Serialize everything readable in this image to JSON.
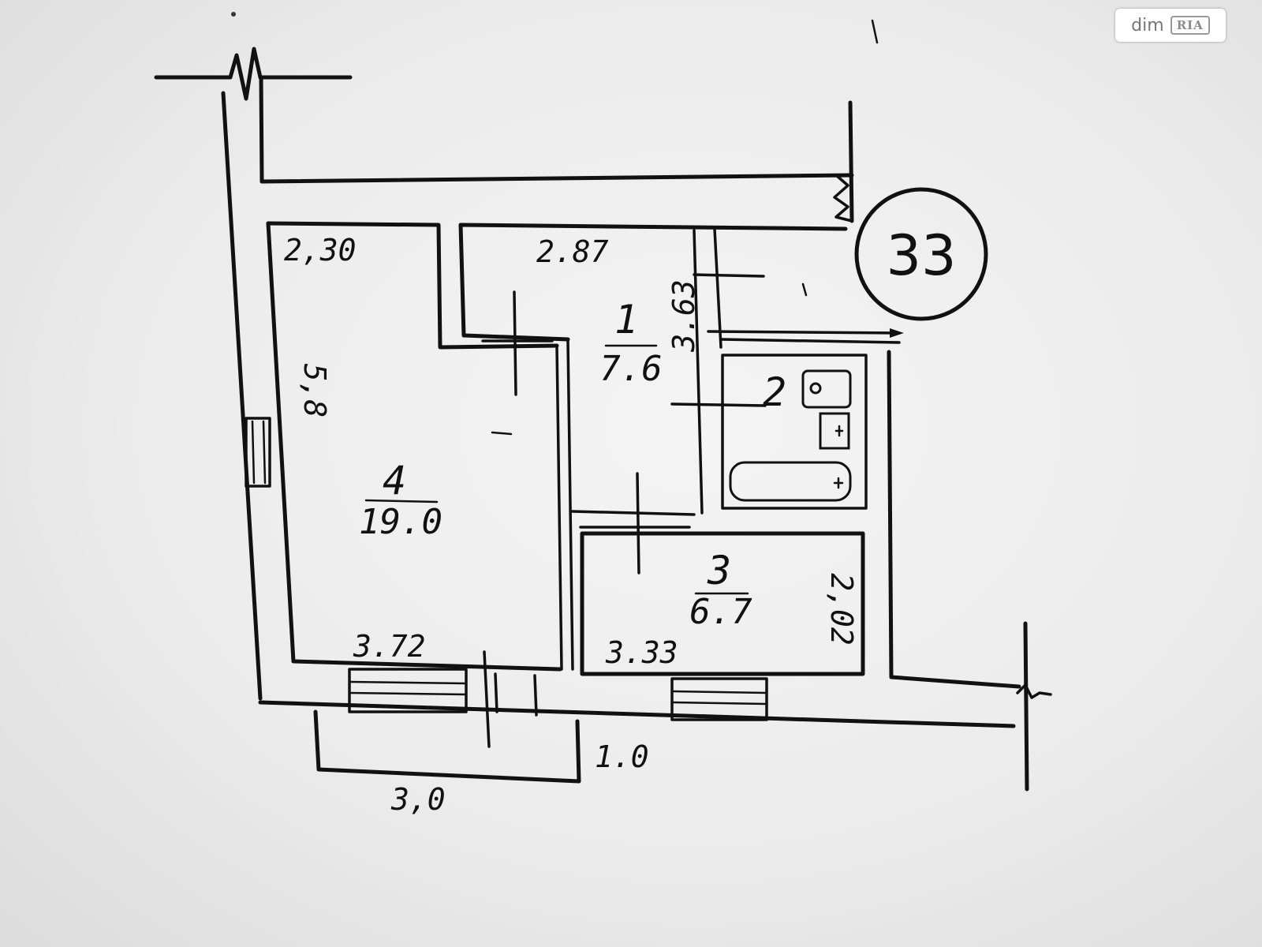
{
  "unit_number": "33",
  "watermark": {
    "brand_left": "dim",
    "brand_right": "RIA"
  },
  "rooms": [
    {
      "number": "1",
      "area": "7.6"
    },
    {
      "number": "2",
      "area": ""
    },
    {
      "number": "3",
      "area": "6.7"
    },
    {
      "number": "4",
      "area": "19.0"
    }
  ],
  "dimensions": {
    "room4_top_width": "2,30",
    "room4_height": "5,8",
    "room4_bottom_width": "3.72",
    "hall_top_width": "2.87",
    "hall_length": "3.63",
    "room3_bottom_width": "3.33",
    "room3_depth": "2,02",
    "balcony_width": "3,0",
    "balcony_depth": "1.0"
  }
}
